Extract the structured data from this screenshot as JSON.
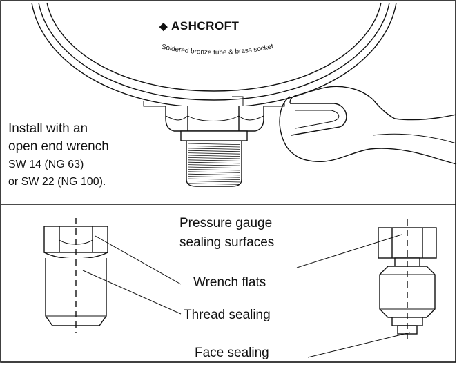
{
  "figure": {
    "brand": "ASHCROFT",
    "dial_caption": "Soldered bronze tube & brass socket",
    "instruction": {
      "line1": "Install with an",
      "line2": "open end wrench",
      "line3": "SW 14 (NG 63)",
      "line4": "or SW 22  (NG 100)."
    },
    "callouts": {
      "pressure_gauge": "Pressure gauge",
      "sealing_surfaces": "sealing surfaces",
      "wrench_flats": "Wrench flats",
      "thread_sealing": "Thread sealing",
      "face_sealing": "Face sealing"
    }
  }
}
